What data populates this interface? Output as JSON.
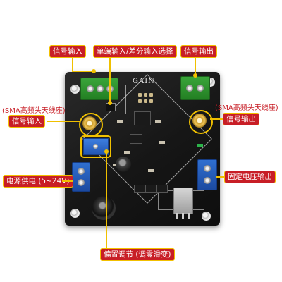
{
  "colors": {
    "callout_fill": "#c81e26",
    "callout_border": "#f2c000",
    "leader_line": "#f0c000",
    "pcb": "#1a1a1a",
    "terminal_green": "#2f9a2f",
    "terminal_blue": "#2a62c4"
  },
  "board": {
    "silkscreen_text": "GAIN"
  },
  "callouts": {
    "signal_input_top": "信号输入",
    "single_diff_select": "单端输入/差分输入选择",
    "signal_output_top": "信号输出",
    "sma_left_note": "(SMA高频头天线座)",
    "signal_input_sma": "信号输入",
    "sma_right_note": "(SMA高频头天线座)",
    "signal_output_sma": "信号输出",
    "power_supply": "电源供电 (5~24V)",
    "fixed_voltage_output": "固定电压输出",
    "offset_adjust": "偏置调节 (调零滑变)"
  }
}
